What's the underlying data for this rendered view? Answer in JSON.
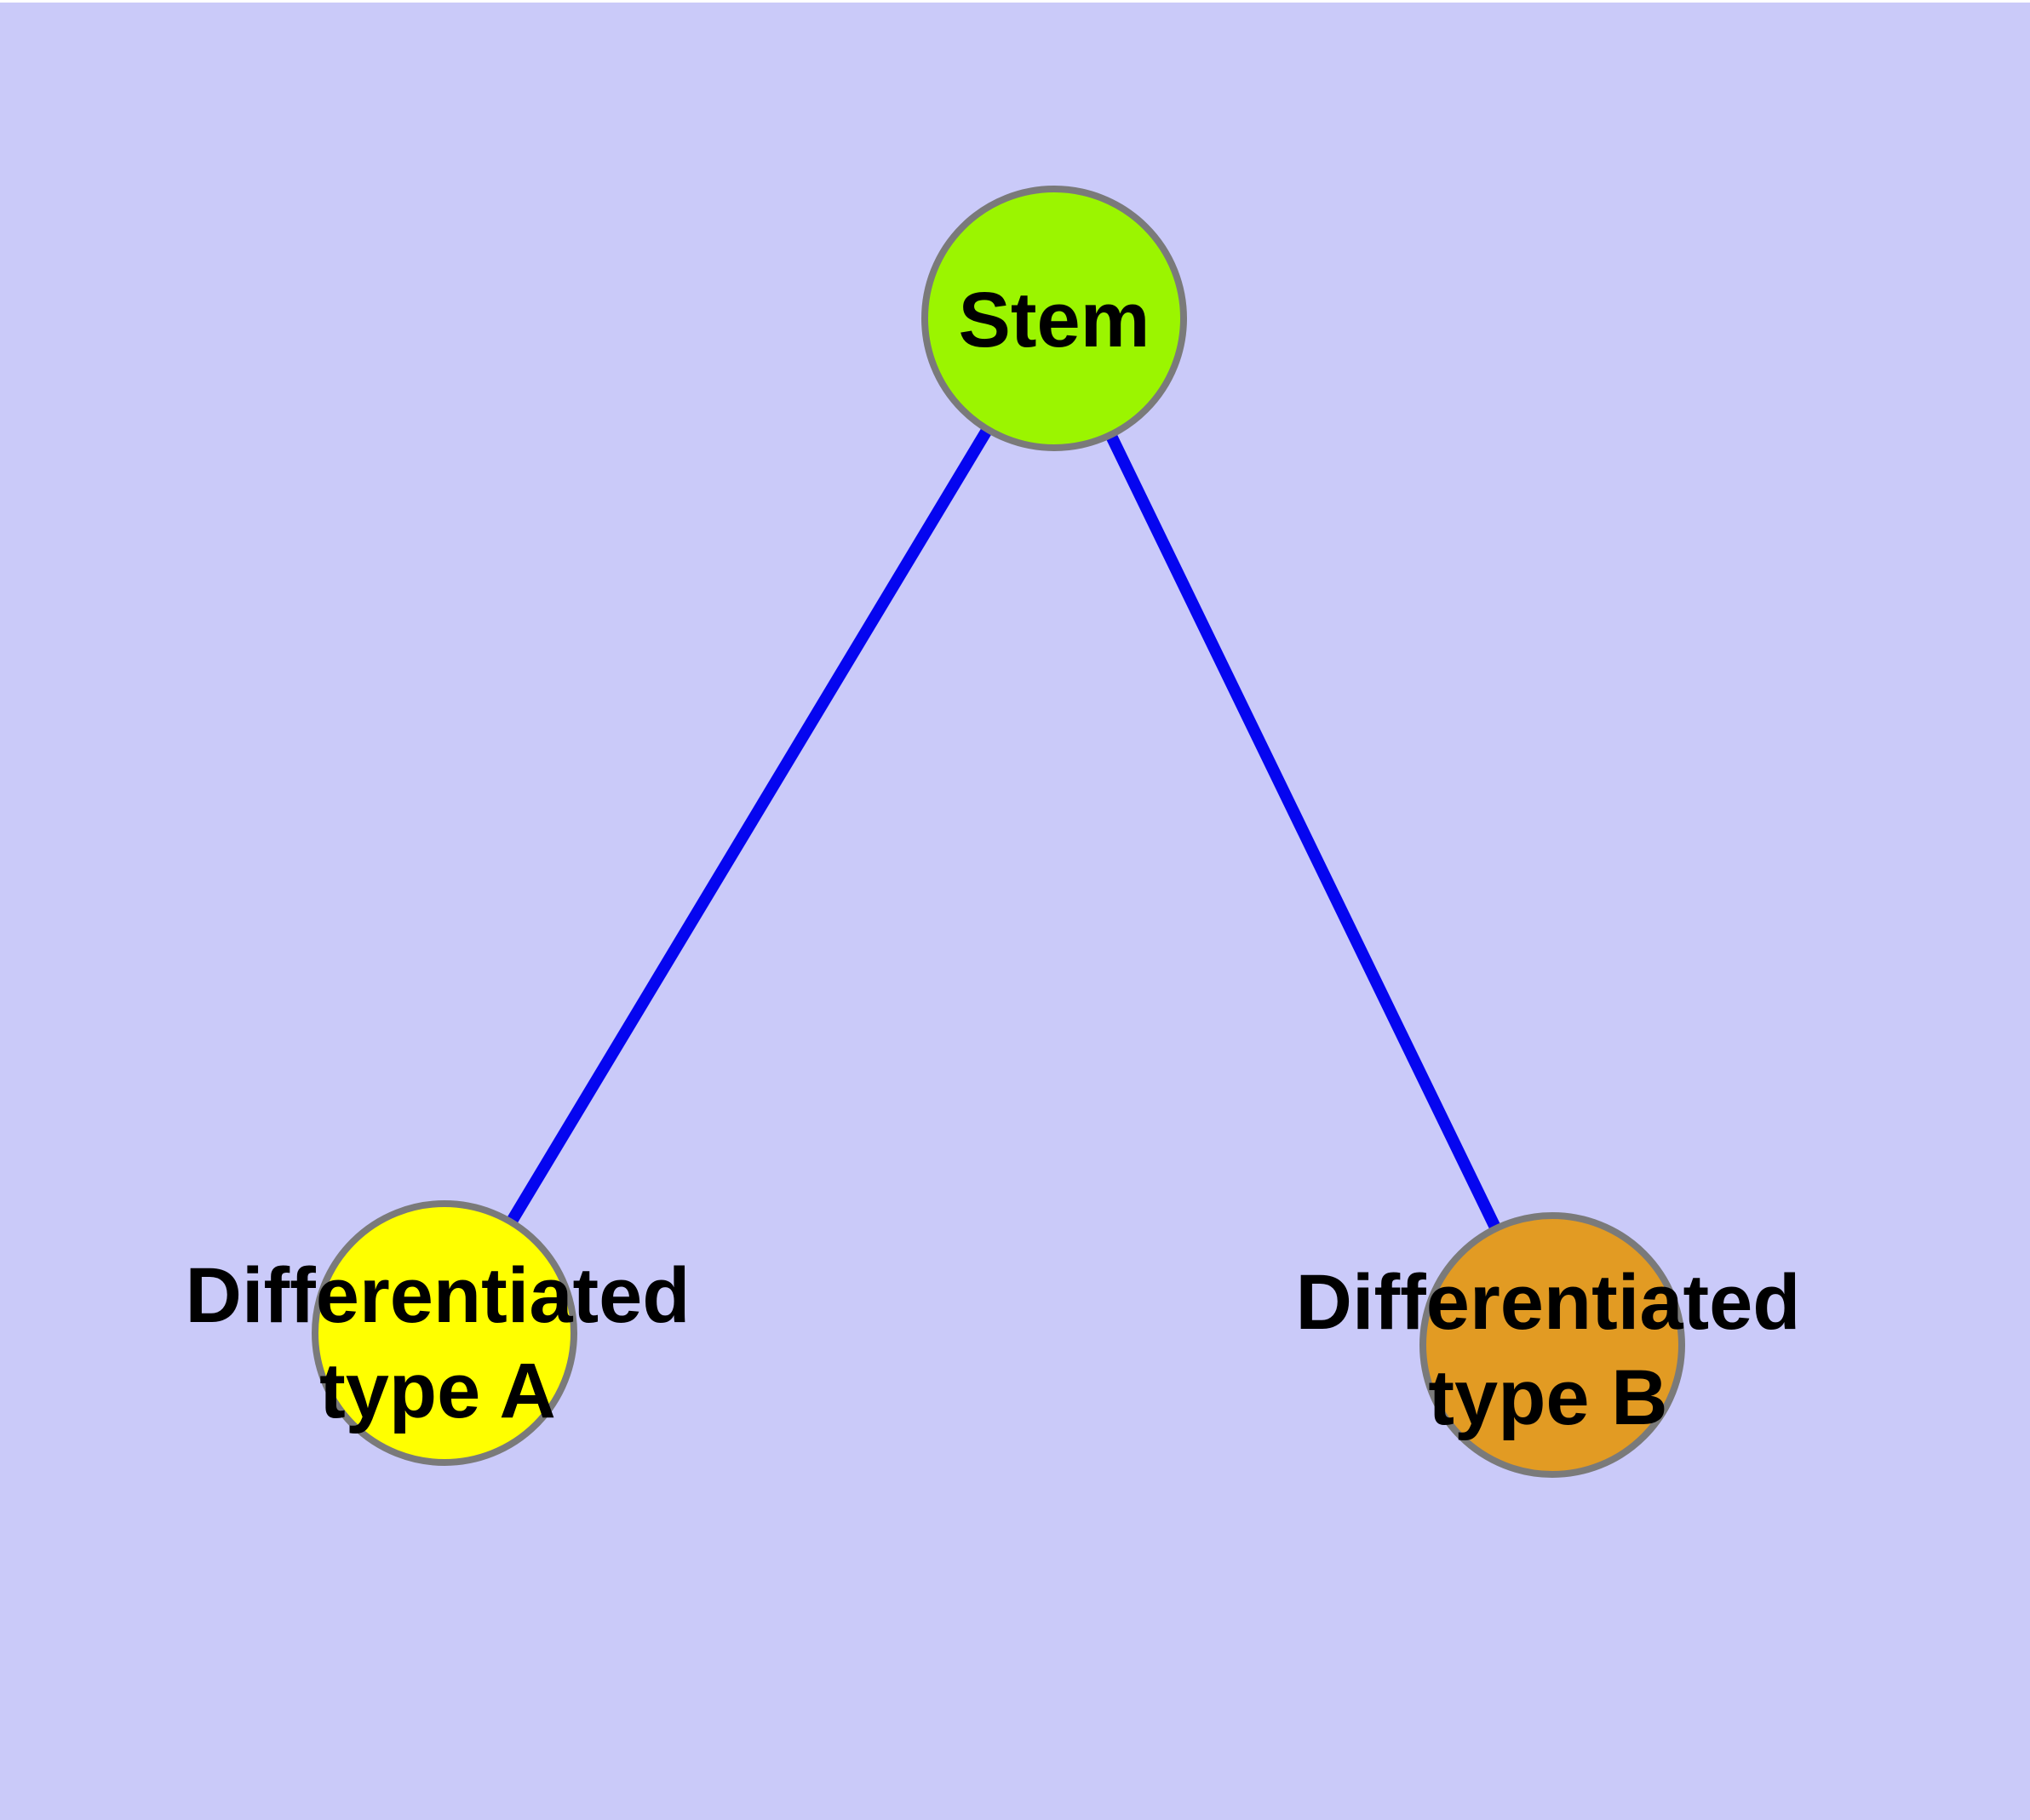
{
  "canvas": {
    "background_color": "#cacaf9",
    "top_strip_color": "#ffffff"
  },
  "nodes": {
    "stem": {
      "label": "Stem",
      "fill": "#9bf500",
      "border": "#7a7a7a"
    },
    "type_a": {
      "label": "Differentiated\ntype A",
      "fill": "#ffff00",
      "border": "#7a7a7a"
    },
    "type_b": {
      "label": "Differentiated\ntype B",
      "fill": "#e29b23",
      "border": "#7a7a7a"
    }
  },
  "edges": {
    "color": "#0505f0",
    "list": [
      {
        "from": "Stem",
        "to": "Differentiated type A"
      },
      {
        "from": "Stem",
        "to": "Differentiated type B"
      }
    ]
  }
}
